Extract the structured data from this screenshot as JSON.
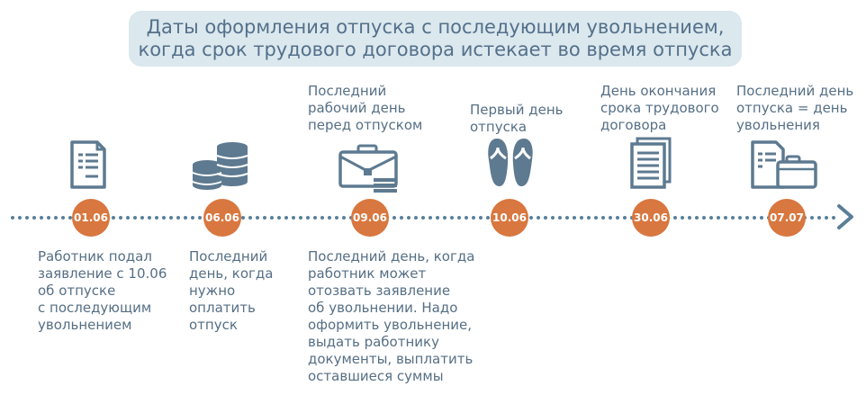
{
  "title": {
    "line1": "Даты оформления отпуска с последующим увольнением,",
    "line2": "когда срок трудового договора истекает во время отпуска"
  },
  "milestones": [
    {
      "date": "01.06",
      "icon": "document-icon",
      "top_lines": [],
      "bottom_lines": [
        "Работник подал",
        "заявление с 10.06",
        "об отпуске",
        "с последующим",
        "увольнением"
      ]
    },
    {
      "date": "06.06",
      "icon": "coins-stack-icon",
      "top_lines": [],
      "bottom_lines": [
        "Последний",
        "день, когда",
        "нужно",
        "оплатить",
        "отпуск"
      ]
    },
    {
      "date": "09.06",
      "icon": "briefcase-money-icon",
      "top_lines": [
        "Последний",
        "рабочий день",
        "перед отпуском"
      ],
      "bottom_lines": [
        "Последний день, когда",
        "работник может",
        "отозвать заявление",
        "об увольнении. Надо",
        "оформить увольнение,",
        "выдать работнику",
        "документы, выплатить",
        "оставшиеся суммы"
      ]
    },
    {
      "date": "10.06",
      "icon": "flip-flops-icon",
      "top_lines": [
        "Первый день",
        "отпуска"
      ],
      "bottom_lines": []
    },
    {
      "date": "30.06",
      "icon": "contract-documents-icon",
      "top_lines": [
        "День окончания",
        "срока трудового",
        "договора"
      ],
      "bottom_lines": []
    },
    {
      "date": "07.07",
      "icon": "document-suitcase-icon",
      "top_lines": [
        "Последний день",
        "отпуска = день",
        "увольнения"
      ],
      "bottom_lines": []
    }
  ],
  "colors": {
    "accent": "#d8773f",
    "icon": "#5d7a90",
    "dots": "#5a7f98",
    "title_bg": "#dbe8ee",
    "text": "#566f85"
  }
}
